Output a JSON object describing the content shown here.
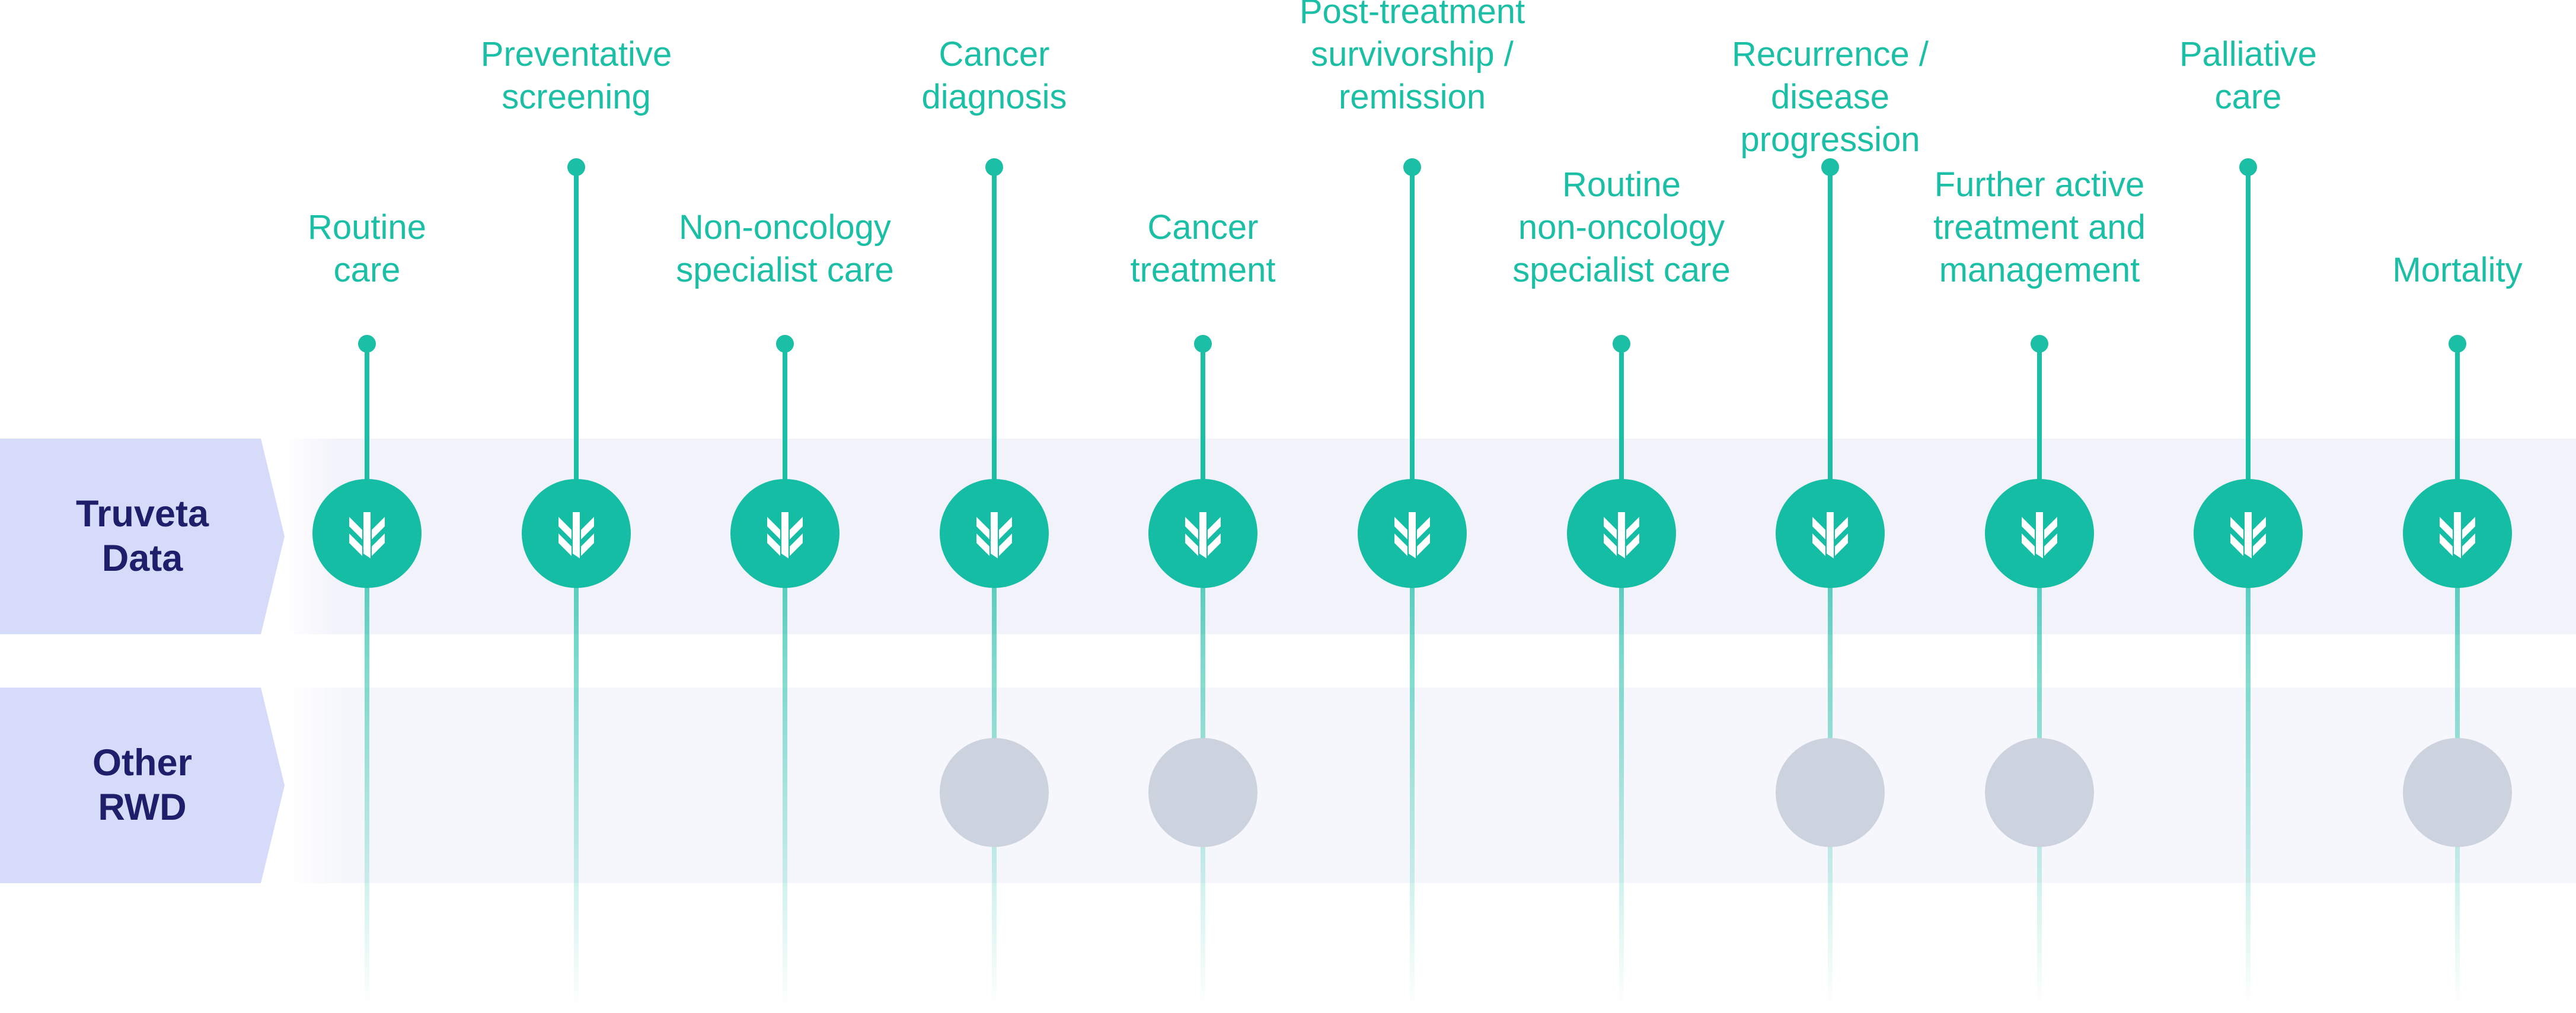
{
  "rows": [
    {
      "id": "truveta",
      "label": "Truveta\nData"
    },
    {
      "id": "other",
      "label": "Other\nRWD"
    }
  ],
  "stages": [
    {
      "label": "Routine\ncare",
      "tier": "low",
      "truveta": true,
      "other": false
    },
    {
      "label": "Preventative\nscreening",
      "tier": "high",
      "truveta": true,
      "other": false
    },
    {
      "label": "Non-oncology\nspecialist care",
      "tier": "low",
      "truveta": true,
      "other": false
    },
    {
      "label": "Cancer\ndiagnosis",
      "tier": "high",
      "truveta": true,
      "other": true
    },
    {
      "label": "Cancer\ntreatment",
      "tier": "low",
      "truveta": true,
      "other": true
    },
    {
      "label": "Post-treatment\nsurvivorship /\nremission",
      "tier": "high",
      "truveta": true,
      "other": false
    },
    {
      "label": "Routine\nnon-oncology\nspecialist care",
      "tier": "low",
      "truveta": true,
      "other": false
    },
    {
      "label": "Recurrence / disease\nprogression",
      "tier": "high",
      "truveta": true,
      "other": true
    },
    {
      "label": "Further active\ntreatment and\nmanagement",
      "tier": "low",
      "truveta": true,
      "other": true
    },
    {
      "label": "Palliative\ncare",
      "tier": "high",
      "truveta": true,
      "other": false
    },
    {
      "label": "Mortality",
      "tier": "low",
      "truveta": true,
      "other": true
    }
  ],
  "colors": {
    "accent": "#1bbfa6",
    "truveta_circle": "#14bda3",
    "other_circle": "#cdd3de",
    "row_tag": "#d6dbfa",
    "row_tag_text": "#1e1e6a"
  },
  "icons": {
    "truveta_circle": "truveta-logo-icon"
  }
}
